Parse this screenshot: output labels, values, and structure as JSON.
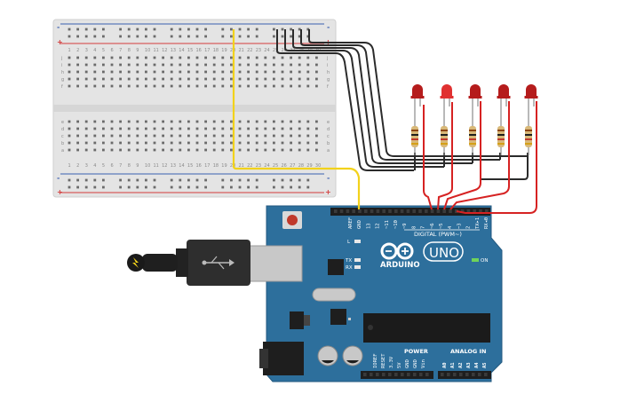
{
  "breadboard": {
    "row_letters_top": [
      "j",
      "i",
      "h",
      "g",
      "f"
    ],
    "row_letters_bottom": [
      "e",
      "d",
      "c",
      "b",
      "a"
    ],
    "columns": 30,
    "rail_plus": "+",
    "rail_minus": "-"
  },
  "arduino": {
    "brand": "ARDUINO",
    "model": "UNO",
    "digital_label": "DIGITAL (PWM~)",
    "power_label": "POWER",
    "analog_label": "ANALOG IN",
    "on_label": "ON",
    "led_l": "L",
    "led_tx": "TX",
    "led_rx": "RX",
    "aref": "AREF",
    "gnd": "GND",
    "digital_pins": [
      "13",
      "12",
      "~11",
      "~10",
      "~9",
      "8",
      "7",
      "~6",
      "~5",
      "4",
      "~3",
      "2",
      "TX▸1",
      "RX◂0"
    ],
    "power_pins": [
      "IOREF",
      "RESET",
      "3.3V",
      "5V",
      "GND",
      "GND",
      "Vin"
    ],
    "analog_pins": [
      "A0",
      "A1",
      "A2",
      "A3",
      "A4",
      "A5"
    ]
  },
  "colors": {
    "breadboard": "#e4e4e4",
    "rail_red": "#d33b3b",
    "rail_blue": "#3a5fb0",
    "board_blue": "#2d6f9c",
    "wire_black": "#2b2b2b",
    "wire_red": "#d62222",
    "wire_yellow": "#f2d21b",
    "led_red": "#b51c1c"
  },
  "leds": 5
}
